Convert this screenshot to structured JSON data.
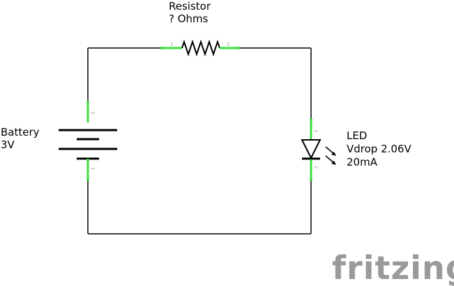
{
  "resistor": {
    "name": "Resistor",
    "value": "? Ohms",
    "pin1": "1",
    "pin2": "2"
  },
  "battery": {
    "name": "Battery",
    "value": "3V",
    "pin_top": "2",
    "pin_bottom": "1"
  },
  "led": {
    "name": "LED",
    "vdrop": "Vdrop 2.06V",
    "current": "20mA",
    "pin_top": "1",
    "pin_bottom": "2"
  },
  "logo": {
    "text": "fritzing"
  },
  "colors": {
    "wire": "#404040",
    "pin": "#3ddc3d",
    "logo": "#9a9a9a"
  }
}
